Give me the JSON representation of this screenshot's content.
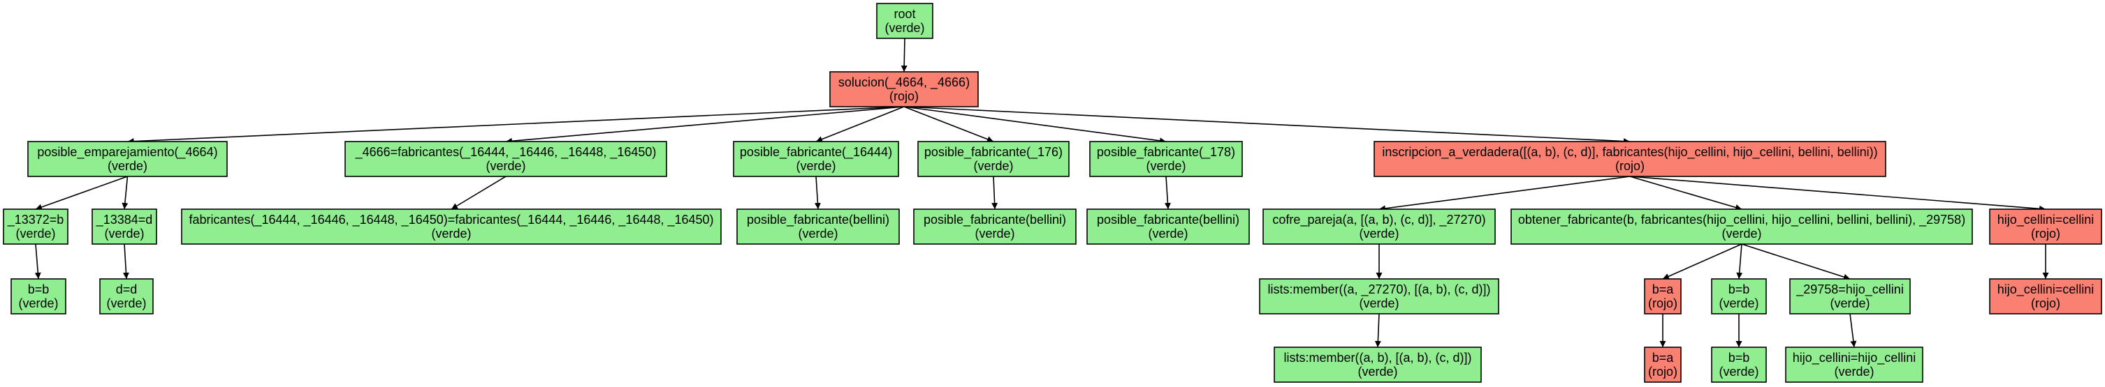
{
  "colors": {
    "green": "#90ee90",
    "red": "#fa8072"
  },
  "nodes": {
    "root": {
      "label": "root",
      "state": "(verde)",
      "color": "green"
    },
    "solucion": {
      "label": "solucion(_4664, _4666)",
      "state": "(rojo)",
      "color": "red"
    },
    "pe": {
      "label": "posible_emparejamiento(_4664)",
      "state": "(verde)",
      "color": "green"
    },
    "fab": {
      "label": "_4666=fabricantes(_16444, _16446, _16448, _16450)",
      "state": "(verde)",
      "color": "green"
    },
    "pf1": {
      "label": "posible_fabricante(_16444)",
      "state": "(verde)",
      "color": "green"
    },
    "pf2": {
      "label": "posible_fabricante(_176)",
      "state": "(verde)",
      "color": "green"
    },
    "pf3": {
      "label": "posible_fabricante(_178)",
      "state": "(verde)",
      "color": "green"
    },
    "ins": {
      "label": "inscripcion_a_verdadera([(a, b), (c, d)], fabricantes(hijo_cellini, hijo_cellini, bellini, bellini))",
      "state": "(rojo)",
      "color": "red"
    },
    "e1": {
      "label": "_13372=b",
      "state": "(verde)",
      "color": "green"
    },
    "e2": {
      "label": "_13384=d",
      "state": "(verde)",
      "color": "green"
    },
    "fab2": {
      "label": "fabricantes(_16444, _16446, _16448, _16450)=fabricantes(_16444, _16446, _16448, _16450)",
      "state": "(verde)",
      "color": "green"
    },
    "pfb1": {
      "label": "posible_fabricante(bellini)",
      "state": "(verde)",
      "color": "green"
    },
    "pfb2": {
      "label": "posible_fabricante(bellini)",
      "state": "(verde)",
      "color": "green"
    },
    "pfb3": {
      "label": "posible_fabricante(bellini)",
      "state": "(verde)",
      "color": "green"
    },
    "cp": {
      "label": "cofre_pareja(a, [(a, b), (c, d)], _27270)",
      "state": "(verde)",
      "color": "green"
    },
    "of": {
      "label": "obtener_fabricante(b, fabricantes(hijo_cellini, hijo_cellini, bellini, bellini), _29758)",
      "state": "(verde)",
      "color": "green"
    },
    "hc": {
      "label": "hijo_cellini=cellini",
      "state": "(rojo)",
      "color": "red"
    },
    "bb1": {
      "label": "b=b",
      "state": "(verde)",
      "color": "green"
    },
    "dd": {
      "label": "d=d",
      "state": "(verde)",
      "color": "green"
    },
    "lm1": {
      "label": "lists:member((a, _27270), [(a, b), (c, d)])",
      "state": "(verde)",
      "color": "green"
    },
    "ba1": {
      "label": "b=a",
      "state": "(rojo)",
      "color": "red"
    },
    "bb2": {
      "label": "b=b",
      "state": "(verde)",
      "color": "green"
    },
    "hv": {
      "label": "_29758=hijo_cellini",
      "state": "(verde)",
      "color": "green"
    },
    "hc2": {
      "label": "hijo_cellini=cellini",
      "state": "(rojo)",
      "color": "red"
    },
    "lm2": {
      "label": "lists:member((a, b), [(a, b), (c, d)])",
      "state": "(verde)",
      "color": "green"
    },
    "ba2": {
      "label": "b=a",
      "state": "(rojo)",
      "color": "red"
    },
    "bb3": {
      "label": "b=b",
      "state": "(verde)",
      "color": "green"
    },
    "hv2": {
      "label": "hijo_cellini=hijo_cellini",
      "state": "(verde)",
      "color": "green"
    }
  },
  "edges": [
    [
      "root",
      "solucion"
    ],
    [
      "solucion",
      "pe"
    ],
    [
      "solucion",
      "fab"
    ],
    [
      "solucion",
      "pf1"
    ],
    [
      "solucion",
      "pf2"
    ],
    [
      "solucion",
      "pf3"
    ],
    [
      "solucion",
      "ins"
    ],
    [
      "pe",
      "e1"
    ],
    [
      "pe",
      "e2"
    ],
    [
      "e1",
      "bb1"
    ],
    [
      "e2",
      "dd"
    ],
    [
      "fab",
      "fab2"
    ],
    [
      "pf1",
      "pfb1"
    ],
    [
      "pf2",
      "pfb2"
    ],
    [
      "pf3",
      "pfb3"
    ],
    [
      "ins",
      "cp"
    ],
    [
      "ins",
      "of"
    ],
    [
      "ins",
      "hc"
    ],
    [
      "cp",
      "lm1"
    ],
    [
      "lm1",
      "lm2"
    ],
    [
      "of",
      "ba1"
    ],
    [
      "of",
      "bb2"
    ],
    [
      "of",
      "hv"
    ],
    [
      "ba1",
      "ba2"
    ],
    [
      "bb2",
      "bb3"
    ],
    [
      "hv",
      "hv2"
    ],
    [
      "hc",
      "hc2"
    ]
  ]
}
